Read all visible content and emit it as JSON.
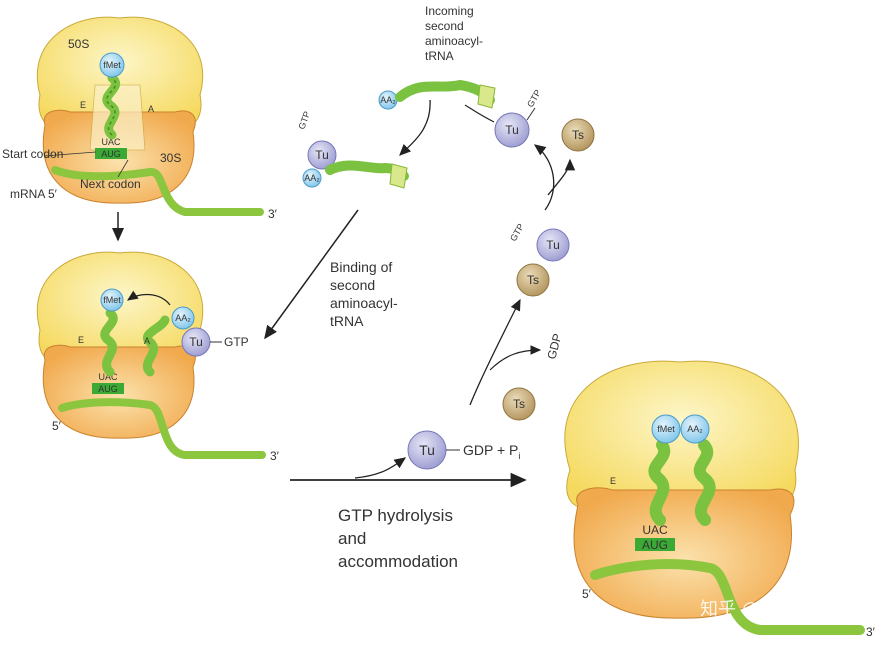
{
  "colors": {
    "large_subunit": "#f7e07a",
    "small_subunit_outer": "#f4b45a",
    "small_subunit_inner": "#f6cf86",
    "trna": "#7cc241",
    "trna_dark": "#3f8d22",
    "mrna": "#8cc63f",
    "codon": "#3aaa35",
    "ef_tu": "#b7b7e0",
    "ef_ts": "#c8ad78",
    "amino_acid": "#9fd6f2",
    "arrow": "#222222"
  },
  "panels": {
    "initial": {
      "large_subunit_label": "50S",
      "small_subunit_label": "30S",
      "p_amino_acid": "fMet",
      "e_site": "E",
      "a_site": "A",
      "anticodon": "UAC",
      "codon": "AUG",
      "start_codon_label": "Start codon",
      "next_codon_label": "Next codon",
      "mrna_5_label": "mRNA 5′",
      "mrna_3_label": "3′"
    },
    "binding": {
      "p_amino_acid": "fMet",
      "a_amino_acid": "AA₂",
      "e_site": "E",
      "a_site": "A",
      "anticodon": "UAC",
      "codon": "AUG",
      "tu": "Tu",
      "gtp": "GTP",
      "mrna_5_label": "5′",
      "mrna_3_label": "3′"
    },
    "accommodated": {
      "p_amino_acid": "fMet",
      "a_amino_acid": "AA₂",
      "e_site": "E",
      "anticodon": "UAC",
      "codon": "AUG",
      "mrna_5_label": "5′",
      "mrna_3_label": "3′"
    }
  },
  "cycle": {
    "incoming_label": "Incoming second aminoacyl-tRNA",
    "aa": "AA₂",
    "tu": "Tu",
    "ts": "Ts",
    "gtp": "GTP",
    "gdp": "GDP",
    "gdp_pi_prefix": "GDP + P",
    "gdp_pi_subscript": "i"
  },
  "steps": {
    "binding": "Binding of second aminoacyl-tRNA",
    "hydrolysis": "GTP hydrolysis and accommodation"
  },
  "watermark": "知乎 @知竹Zz"
}
